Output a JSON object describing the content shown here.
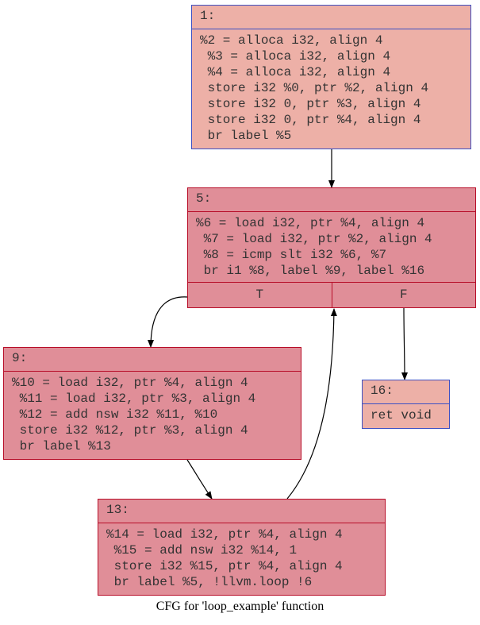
{
  "caption": "CFG for 'loop_example' function",
  "colors": {
    "edge": "#000000",
    "cold_fill": "#edb0a7",
    "cold_border": "#3d50c3",
    "hot_fill": "#e08e98",
    "hot_border": "#b70d28"
  },
  "nodes": {
    "n1": {
      "label": "1:",
      "code": "%2 = alloca i32, align 4\n %3 = alloca i32, align 4\n %4 = alloca i32, align 4\n store i32 %0, ptr %2, align 4\n store i32 0, ptr %3, align 4\n store i32 0, ptr %4, align 4\n br label %5"
    },
    "n5": {
      "label": "5:",
      "code": "%6 = load i32, ptr %4, align 4\n %7 = load i32, ptr %2, align 4\n %8 = icmp slt i32 %6, %7\n br i1 %8, label %9, label %16",
      "true_label": "T",
      "false_label": "F"
    },
    "n9": {
      "label": "9:",
      "code": "%10 = load i32, ptr %4, align 4\n %11 = load i32, ptr %3, align 4\n %12 = add nsw i32 %11, %10\n store i32 %12, ptr %3, align 4\n br label %13"
    },
    "n16": {
      "label": "16:",
      "code": "ret void"
    },
    "n13": {
      "label": "13:",
      "code": "%14 = load i32, ptr %4, align 4\n %15 = add nsw i32 %14, 1\n store i32 %15, ptr %4, align 4\n br label %5, !llvm.loop !6"
    }
  },
  "edges": [
    {
      "from": "1",
      "to": "5"
    },
    {
      "from": "5",
      "to": "9",
      "branch": "T"
    },
    {
      "from": "5",
      "to": "16",
      "branch": "F"
    },
    {
      "from": "9",
      "to": "13"
    },
    {
      "from": "13",
      "to": "5"
    }
  ]
}
